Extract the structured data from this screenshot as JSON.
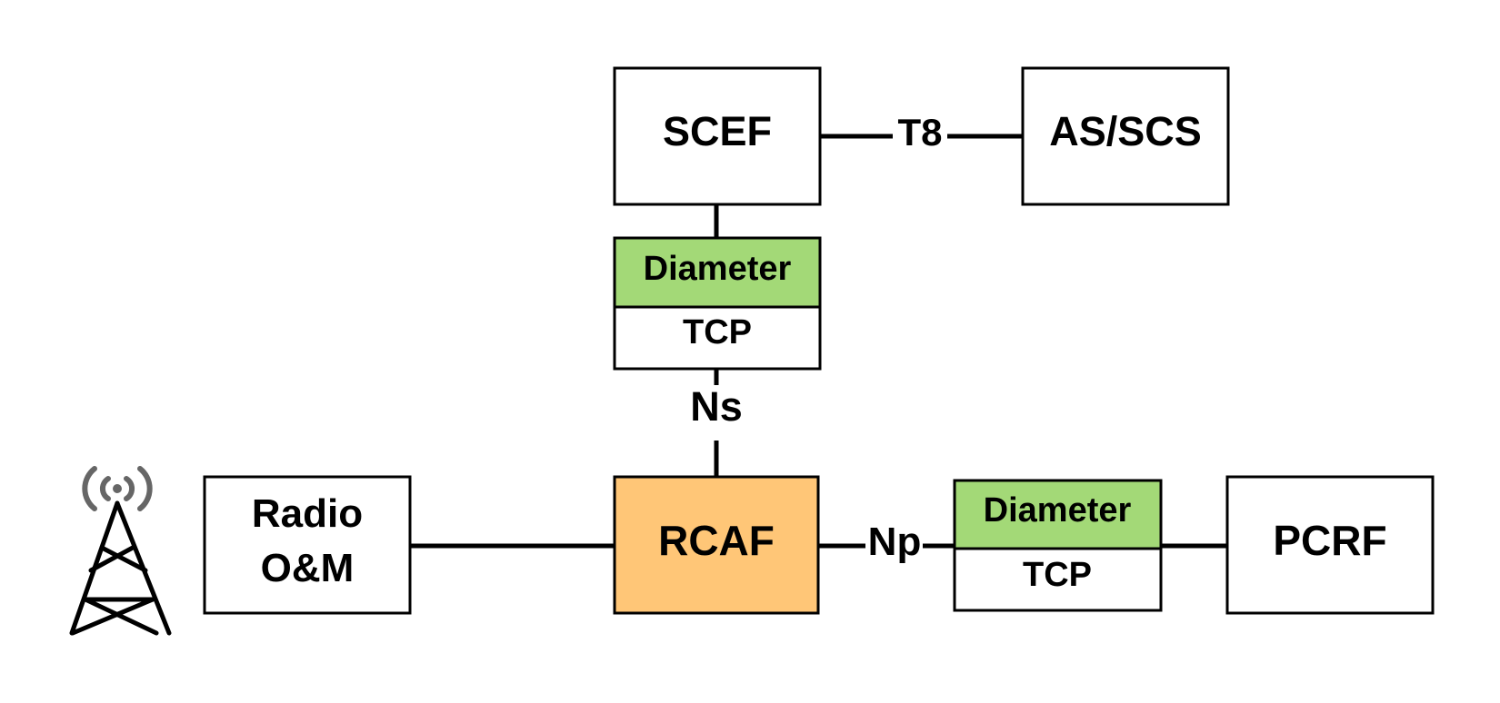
{
  "colors": {
    "rcaf_fill": "#ffc677",
    "diameter_fill": "#a3d977",
    "box_fill": "#ffffff",
    "line": "#000000",
    "antenna_waves": "#666666"
  },
  "nodes": {
    "scef": "SCEF",
    "as_scs": "AS/SCS",
    "rcaf": "RCAF",
    "pcrf": "PCRF",
    "radio_om_line1": "Radio",
    "radio_om_line2": "O&M"
  },
  "stacks": {
    "top": {
      "upper": "Diameter",
      "lower": "TCP"
    },
    "right": {
      "upper": "Diameter",
      "lower": "TCP"
    }
  },
  "interfaces": {
    "t8": "T8",
    "ns": "Ns",
    "np": "Np"
  },
  "icons": {
    "tower": "radio-tower-icon"
  }
}
